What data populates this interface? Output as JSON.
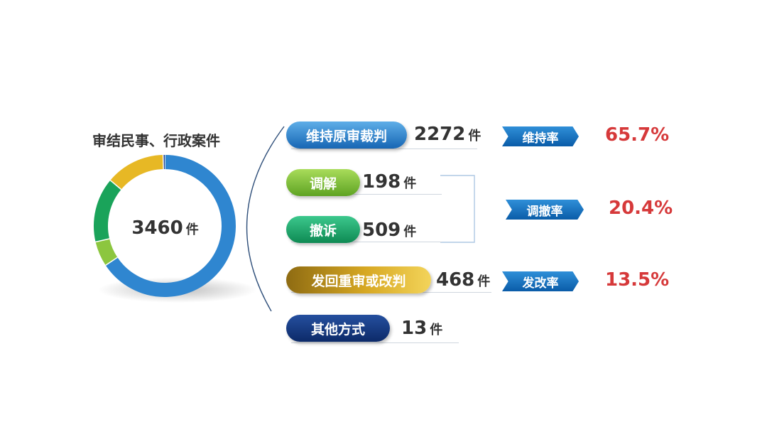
{
  "chart_data": {
    "type": "pie",
    "title": "审结民事、行政案件",
    "center_label": {
      "value": "3460",
      "unit": "件"
    },
    "total": 3460,
    "slices": [
      {
        "label": "维持原审裁判",
        "value": 2272,
        "color": "#2f86d0"
      },
      {
        "label": "调解",
        "value": 198,
        "color": "#8cc63f"
      },
      {
        "label": "撤诉",
        "value": 509,
        "color": "#1aa35a"
      },
      {
        "label": "发回重审或改判",
        "value": 468,
        "color": "#e7b825"
      },
      {
        "label": "其他方式",
        "value": 13,
        "color": "#1b3f8f"
      }
    ]
  },
  "categories": [
    {
      "label": "维持原审裁判",
      "count": "2272",
      "unit": "件"
    },
    {
      "label": "调解",
      "count": "198",
      "unit": "件"
    },
    {
      "label": "撤诉",
      "count": "509",
      "unit": "件"
    },
    {
      "label": "发回重审或改判",
      "count": "468",
      "unit": "件"
    },
    {
      "label": "其他方式",
      "count": "13",
      "unit": "件"
    }
  ],
  "rates": [
    {
      "label": "维持率",
      "value": "65.7%"
    },
    {
      "label": "调撤率",
      "value": "20.4%"
    },
    {
      "label": "发改率",
      "value": "13.5%"
    }
  ],
  "colors": {
    "rate_text": "#d6393a",
    "arrow": "#0a5ca8"
  }
}
